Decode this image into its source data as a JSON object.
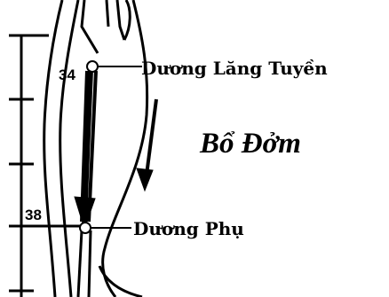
{
  "diagram": {
    "title": "Bổ Đởm",
    "points": [
      {
        "number": "34",
        "name": "Dương Lăng Tuyền"
      },
      {
        "number": "38",
        "name": "Dương Phụ"
      }
    ]
  }
}
